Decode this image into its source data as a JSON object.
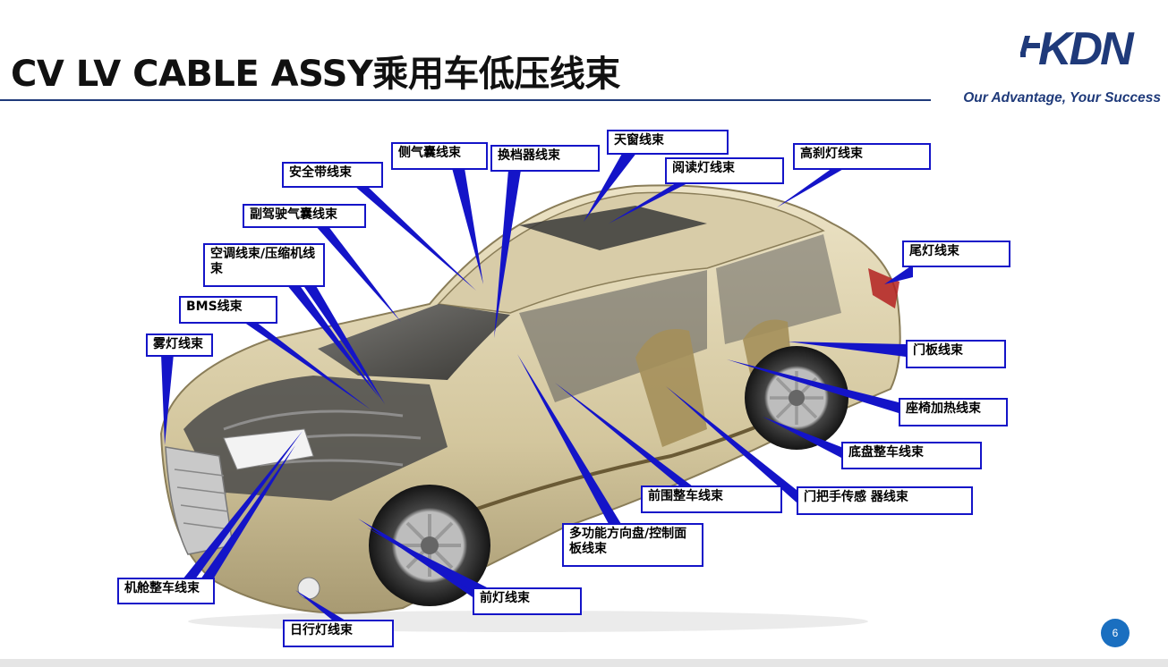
{
  "slide": {
    "title": "CV LV CABLE ASSY乘用车低压线束",
    "tagline": "Our Advantage, Your Success",
    "page_number": "6",
    "logo_text": "KDN"
  },
  "colors": {
    "callout_border": "#1414c8",
    "brand_blue": "#1f3a7a",
    "page_badge": "#1a6fc0"
  },
  "callouts": {
    "side_airbag": "侧气囊线束",
    "shifter": "换档器线束",
    "sunroof": "天窗线束",
    "reading_light": "阅读灯线束",
    "high_brake_light": "高刹灯线束",
    "seat_belt": "安全带线束",
    "passenger_airbag": "副驾驶气囊线束",
    "ac_compressor": "空调线束/压缩机线束",
    "tail_light": "尾灯线束",
    "bms": "BMS线束",
    "fog_light": "雾灯线束",
    "door_panel": "门板线束",
    "seat_heating": "座椅加热线束",
    "chassis": "底盘整车线束",
    "front_body": "前围整车线束",
    "door_handle_sensor": "门把手传感 器线束",
    "steering_panel": "多功能方向盘/控制面板线束",
    "engine_bay": "机舱整车线束",
    "headlight": "前灯线束",
    "drl": "日行灯线束"
  }
}
